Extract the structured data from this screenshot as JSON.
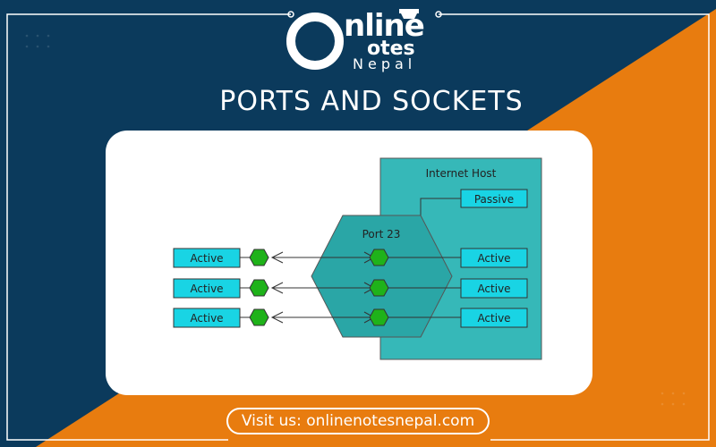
{
  "brand": {
    "logo_line1": "nline",
    "logo_line2": "otes",
    "logo_line3": "Nepal"
  },
  "page": {
    "title": "PORTS AND SOCKETS",
    "footer": "Visit us: onlinenotesnepal.com"
  },
  "colors": {
    "navy": "#0b3a5c",
    "orange": "#e87c0f",
    "cyan": "#19d4e4",
    "teal": "#36b8b8",
    "green": "#1fb21a"
  },
  "diagram": {
    "host_label": "Internet Host",
    "port_label": "Port 23",
    "passive_label": "Passive",
    "client_labels": [
      "Active",
      "Active",
      "Active"
    ],
    "server_labels": [
      "Active",
      "Active",
      "Active"
    ]
  }
}
